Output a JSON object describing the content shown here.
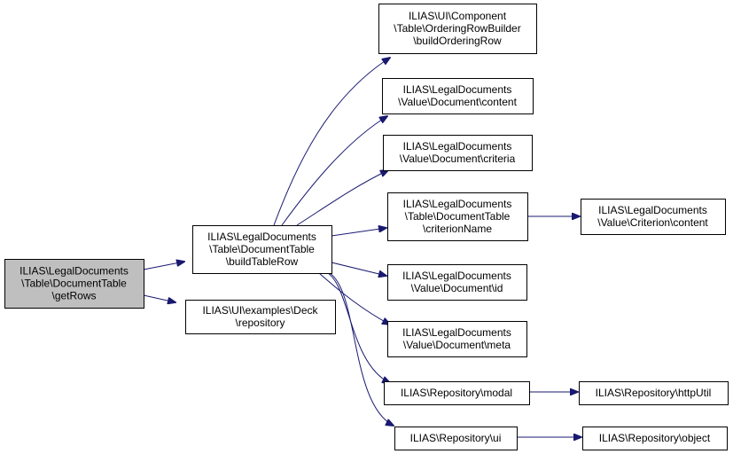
{
  "colors": {
    "edge": "#191970",
    "root_fill": "#bfbfbf",
    "node_fill": "#ffffff",
    "border": "#000000"
  },
  "nodes": {
    "getrows": {
      "lines": [
        "ILIAS\\LegalDocuments",
        "\\Table\\DocumentTable",
        "\\getRows"
      ]
    },
    "buildtablerow": {
      "lines": [
        "ILIAS\\LegalDocuments",
        "\\Table\\DocumentTable",
        "\\buildTableRow"
      ]
    },
    "deck_repository": {
      "lines": [
        "ILIAS\\UI\\examples\\Deck",
        "\\repository"
      ]
    },
    "buildorderingrow": {
      "lines": [
        "ILIAS\\UI\\Component",
        "\\Table\\OrderingRowBuilder",
        "\\buildOrderingRow"
      ]
    },
    "doc_content": {
      "lines": [
        "ILIAS\\LegalDocuments",
        "\\Value\\Document\\content"
      ]
    },
    "doc_criteria": {
      "lines": [
        "ILIAS\\LegalDocuments",
        "\\Value\\Document\\criteria"
      ]
    },
    "criterionname": {
      "lines": [
        "ILIAS\\LegalDocuments",
        "\\Table\\DocumentTable",
        "\\criterionName"
      ]
    },
    "doc_id": {
      "lines": [
        "ILIAS\\LegalDocuments",
        "\\Value\\Document\\id"
      ]
    },
    "doc_meta": {
      "lines": [
        "ILIAS\\LegalDocuments",
        "\\Value\\Document\\meta"
      ]
    },
    "repo_modal": {
      "lines": [
        "ILIAS\\Repository\\modal"
      ]
    },
    "repo_ui": {
      "lines": [
        "ILIAS\\Repository\\ui"
      ]
    },
    "criterion_content": {
      "lines": [
        "ILIAS\\LegalDocuments",
        "\\Value\\Criterion\\content"
      ]
    },
    "repo_httputil": {
      "lines": [
        "ILIAS\\Repository\\httpUtil"
      ]
    },
    "repo_object": {
      "lines": [
        "ILIAS\\Repository\\object"
      ]
    }
  },
  "edges": [
    [
      "getrows",
      "buildtablerow"
    ],
    [
      "getrows",
      "deck_repository"
    ],
    [
      "buildtablerow",
      "buildorderingrow"
    ],
    [
      "buildtablerow",
      "doc_content"
    ],
    [
      "buildtablerow",
      "doc_criteria"
    ],
    [
      "buildtablerow",
      "criterionname"
    ],
    [
      "buildtablerow",
      "doc_id"
    ],
    [
      "buildtablerow",
      "doc_meta"
    ],
    [
      "buildtablerow",
      "repo_modal"
    ],
    [
      "buildtablerow",
      "repo_ui"
    ],
    [
      "criterionname",
      "criterion_content"
    ],
    [
      "repo_modal",
      "repo_httputil"
    ],
    [
      "repo_ui",
      "repo_object"
    ]
  ]
}
